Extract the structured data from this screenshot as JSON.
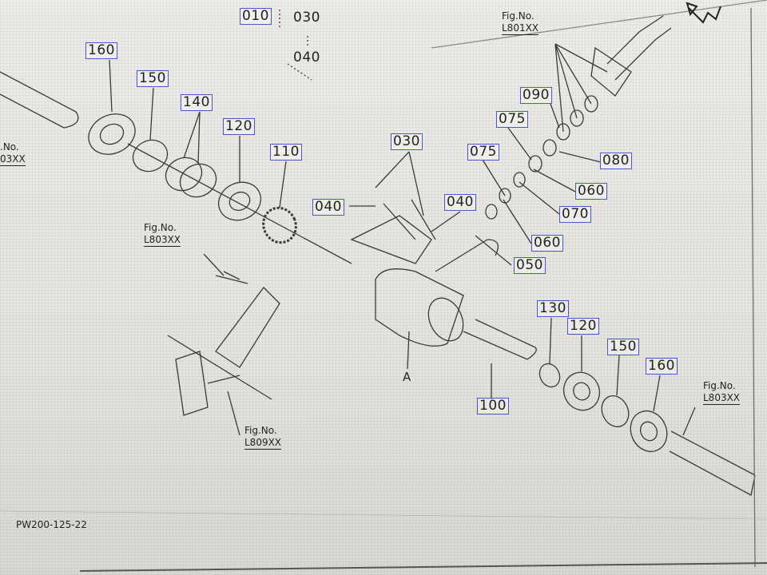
{
  "callouts": {
    "c010": "010",
    "c160a": "160",
    "c150a": "150",
    "c140": "140",
    "c120a": "120",
    "c110": "110",
    "c030": "030",
    "c040a": "040",
    "c040b": "040",
    "c075a": "075",
    "c075b": "075",
    "c090": "090",
    "c080": "080",
    "c060a": "060",
    "c070": "070",
    "c060b": "060",
    "c050": "050",
    "c130": "130",
    "c120b": "120",
    "c150b": "150",
    "c160b": "160",
    "c100": "100"
  },
  "labels": {
    "l030": "030",
    "l040": "040",
    "markerA": "A",
    "docCode": "PW200-125-22"
  },
  "figrefs": {
    "top": {
      "title": "Fig.No.",
      "ref": "L801XX"
    },
    "left_edge": {
      "title": ".No.",
      "ref": "03XX"
    },
    "mid_left": {
      "title": "Fig.No.",
      "ref": "L803XX"
    },
    "bottom": {
      "title": "Fig.No.",
      "ref": "L809XX"
    },
    "right": {
      "title": "Fig.No.",
      "ref": "L803XX"
    }
  },
  "icons": {
    "front": "front-direction-arrow-icon"
  }
}
